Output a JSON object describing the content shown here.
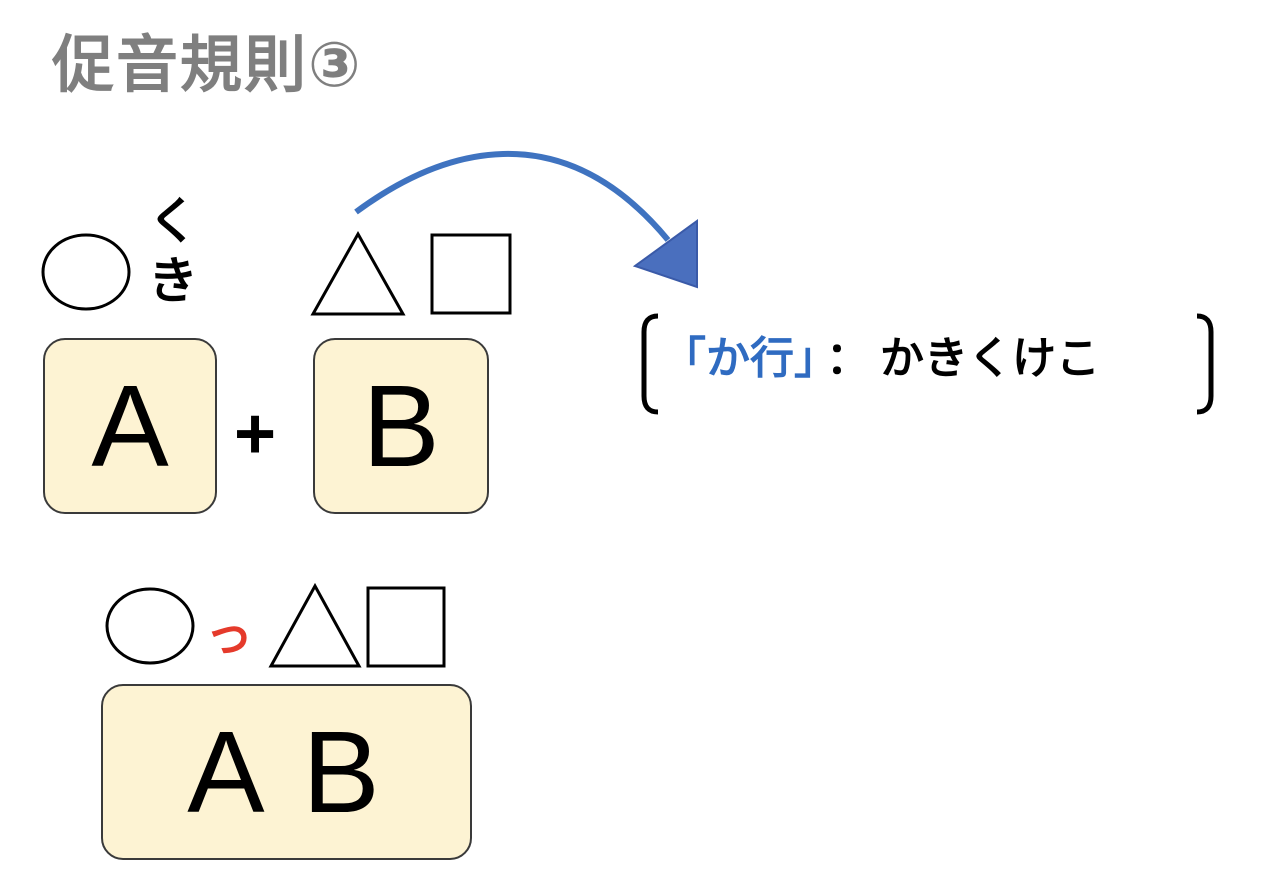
{
  "title": "促音規則③",
  "top_kana_1": "く",
  "top_kana_2": "き",
  "box_a_label": "A",
  "box_b_label": "B",
  "plus_sign": "+",
  "small_tsu": "っ",
  "combined_label": "A B",
  "rule": {
    "kagyo": "「か行」",
    "separator": "：",
    "list": "かきくけこ"
  },
  "colors": {
    "title": "#7f7f7f",
    "box_fill": "#fdf3d3",
    "arrow": "#3f73c0",
    "kagyo": "#2f6bc1",
    "small_tsu": "#e53a2b"
  }
}
